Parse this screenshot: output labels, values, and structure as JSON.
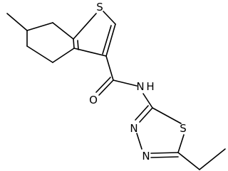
{
  "molecule": {
    "atoms": {
      "s_thiophene": "S",
      "n_amide": "N",
      "h_amide": "H",
      "o_carbonyl": "O",
      "s_thiadiazole": "S",
      "n3_thiadiazole": "N",
      "n4_thiadiazole": "N"
    },
    "colors": {
      "ink": "#000000",
      "background": "#ffffff"
    }
  }
}
